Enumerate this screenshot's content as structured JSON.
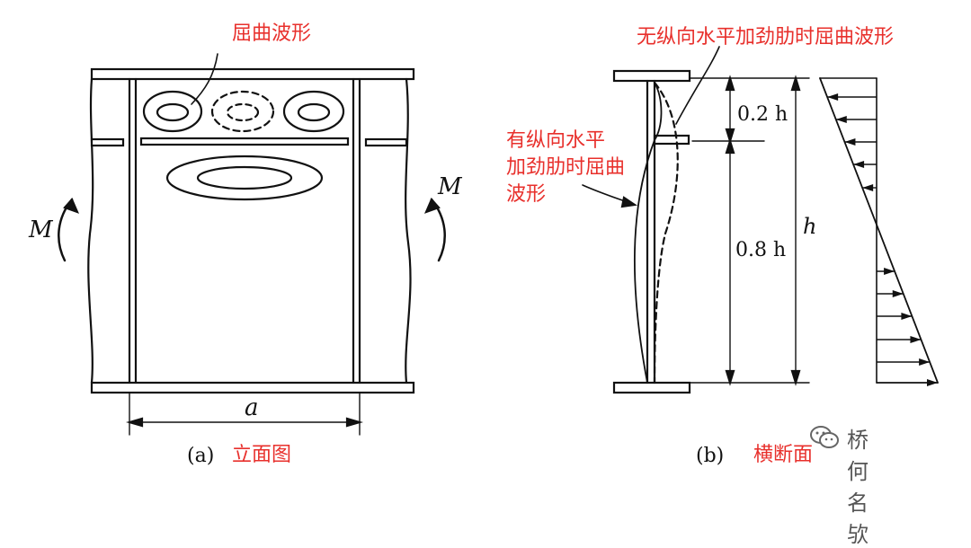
{
  "colors": {
    "annotation": "#e8302c",
    "line": "#111111",
    "background": "#ffffff"
  },
  "elevation": {
    "buckling_label": "屈曲波形",
    "moment_left": "M",
    "moment_right": "M",
    "spacing_label": "a",
    "caption_prefix": "(a)",
    "caption_text": "立面图"
  },
  "section": {
    "label_without_stiffener": "无纵向水平加劲肋时屈曲波形",
    "label_with_stiffener_lines": [
      "有纵向水平",
      "加劲肋时屈曲",
      "波形"
    ],
    "dim_upper": "0.2 h",
    "dim_lower": "0.8 h",
    "dim_total": "h",
    "caption_prefix": "(b)",
    "caption_text": "横断面"
  },
  "watermark": {
    "icon": "wechat-icon",
    "text": "桥何名欤"
  }
}
